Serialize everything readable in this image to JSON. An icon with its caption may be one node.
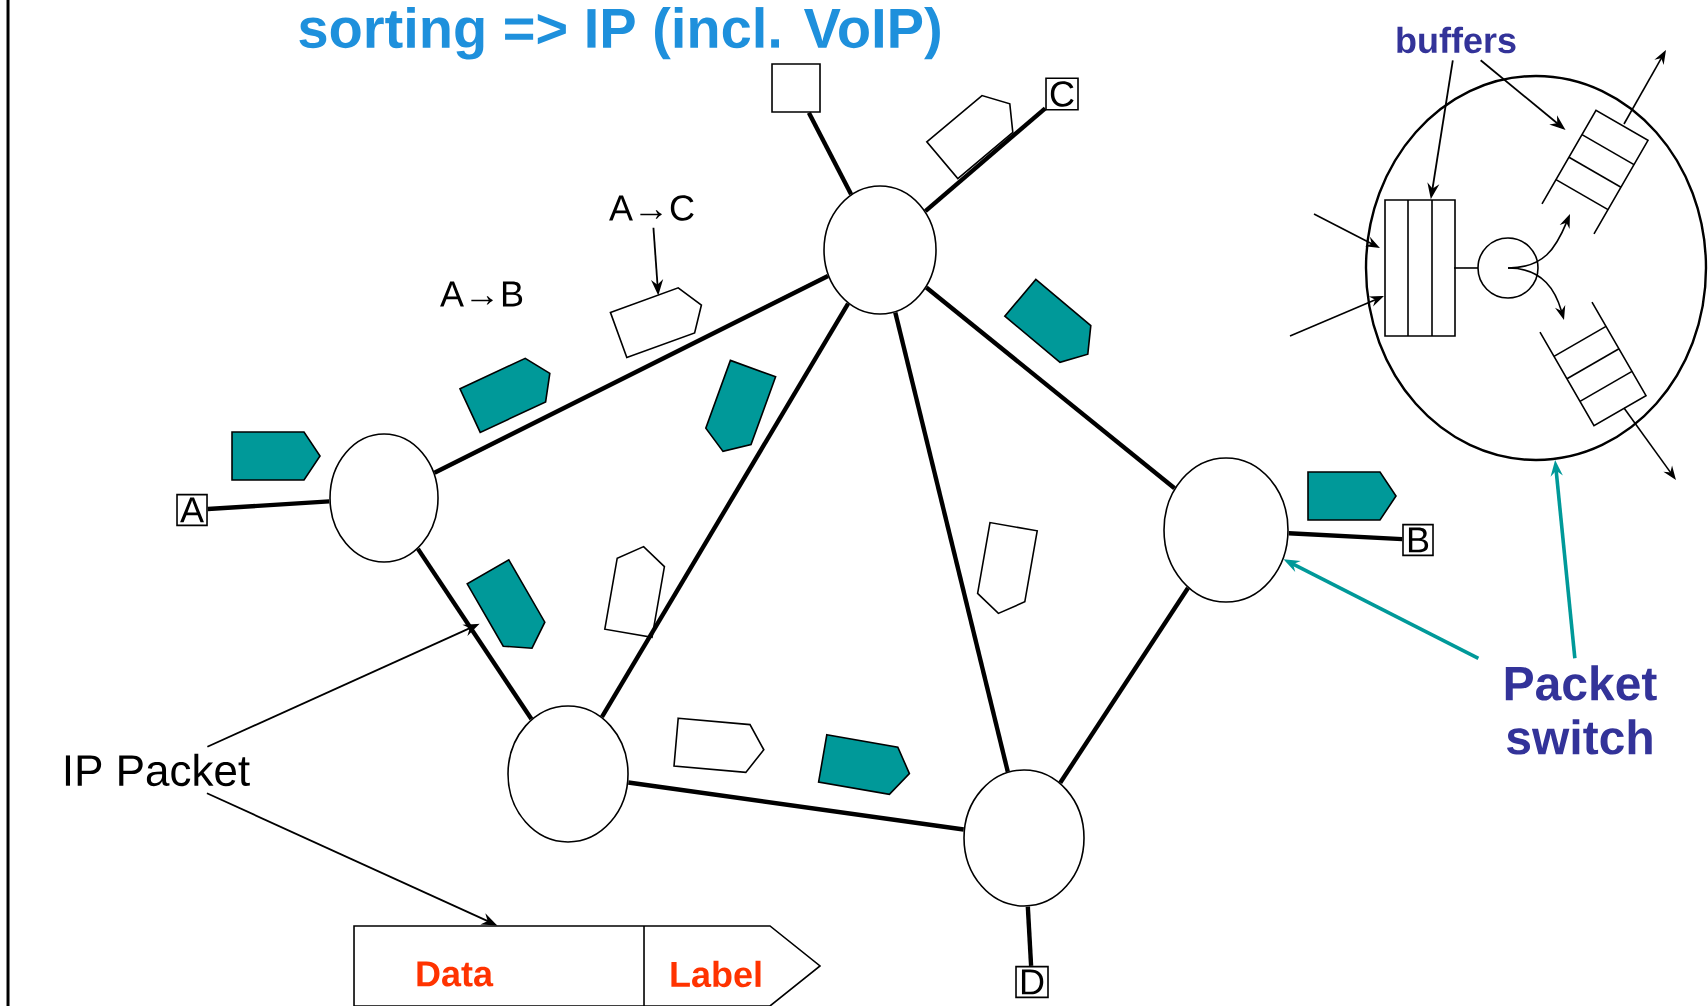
{
  "diagram": {
    "title": "sorting  => IP (incl. VoIP)",
    "nodes": [
      {
        "text": [
          "A"
        ]
      },
      {
        "text": [
          "B"
        ]
      },
      {
        "text": [
          "C"
        ]
      },
      {
        "text": [
          "D"
        ]
      },
      {
        "text": [],
        "shape": "box"
      },
      {
        "text": [],
        "shape": "circle"
      },
      {
        "text": [],
        "shape": "circle"
      },
      {
        "text": [],
        "shape": "circle"
      },
      {
        "text": [],
        "shape": "circle"
      },
      {
        "text": [],
        "shape": "circle"
      },
      {
        "text": [],
        "shape": "circle"
      },
      {
        "text": [],
        "shape": "buffer",
        "in": 10
      },
      {
        "text": [],
        "shape": "buffer",
        "in": 10
      },
      {
        "text": [
          "buffers"
        ]
      },
      {
        "text": [
          "Packet switch"
        ]
      },
      {
        "text": [
          "A→C"
        ]
      },
      {
        "text": [],
        "shape": "packet"
      },
      {
        "text": [
          "IP Packet"
        ]
      },
      {
        "text": [],
        "shape": "packet"
      },
      {
        "text": [
          "Data",
          "Label"
        ]
      },
      {
        "text": [],
        "shape": "packet"
      },
      {
        "text": [],
        "shape": "packet"
      },
      {
        "text": [],
        "shape": "packet"
      },
      {
        "text": [],
        "shape": "packet"
      },
      {
        "text": [],
        "shape": "packet"
      },
      {
        "text": [],
        "shape": "packet"
      },
      {
        "text": [],
        "shape": "packet"
      },
      {
        "text": [],
        "shape": "packet"
      },
      {
        "text": [],
        "shape": "packet"
      },
      {
        "text": [],
        "shape": "packet"
      }
    ],
    "edges": [
      {
        "from": 0,
        "to": 5,
        "arrow": "none"
      },
      {
        "from": 5,
        "to": 6,
        "arrow": "none"
      },
      {
        "from": 5,
        "to": 8,
        "arrow": "none"
      },
      {
        "from": 6,
        "to": 8,
        "arrow": "none"
      },
      {
        "from": 6,
        "to": 9,
        "arrow": "none"
      },
      {
        "from": 6,
        "to": 7,
        "arrow": "none"
      },
      {
        "from": 7,
        "to": 9,
        "arrow": "none"
      },
      {
        "from": 8,
        "to": 9,
        "arrow": "none"
      },
      {
        "from": 6,
        "to": 2,
        "arrow": "none"
      },
      {
        "from": 6,
        "to": 4,
        "arrow": "none"
      },
      {
        "from": 7,
        "to": 1,
        "arrow": "none"
      },
      {
        "from": 9,
        "to": 3,
        "arrow": "none"
      },
      {
        "from": 13,
        "to": 11,
        "arrow": "to"
      },
      {
        "from": 13,
        "to": 12,
        "arrow": "to"
      },
      {
        "from": 14,
        "to": 7,
        "arrow": "to",
        "color": "#009999"
      },
      {
        "from": 14,
        "to": 10,
        "arrow": "to",
        "color": "#009999"
      },
      {
        "from": 15,
        "to": 16,
        "arrow": "to"
      },
      {
        "from": 17,
        "to": 18,
        "arrow": "to"
      },
      {
        "from": 17,
        "to": 19,
        "arrow": "to"
      }
    ],
    "labels": [
      "A→B"
    ]
  }
}
